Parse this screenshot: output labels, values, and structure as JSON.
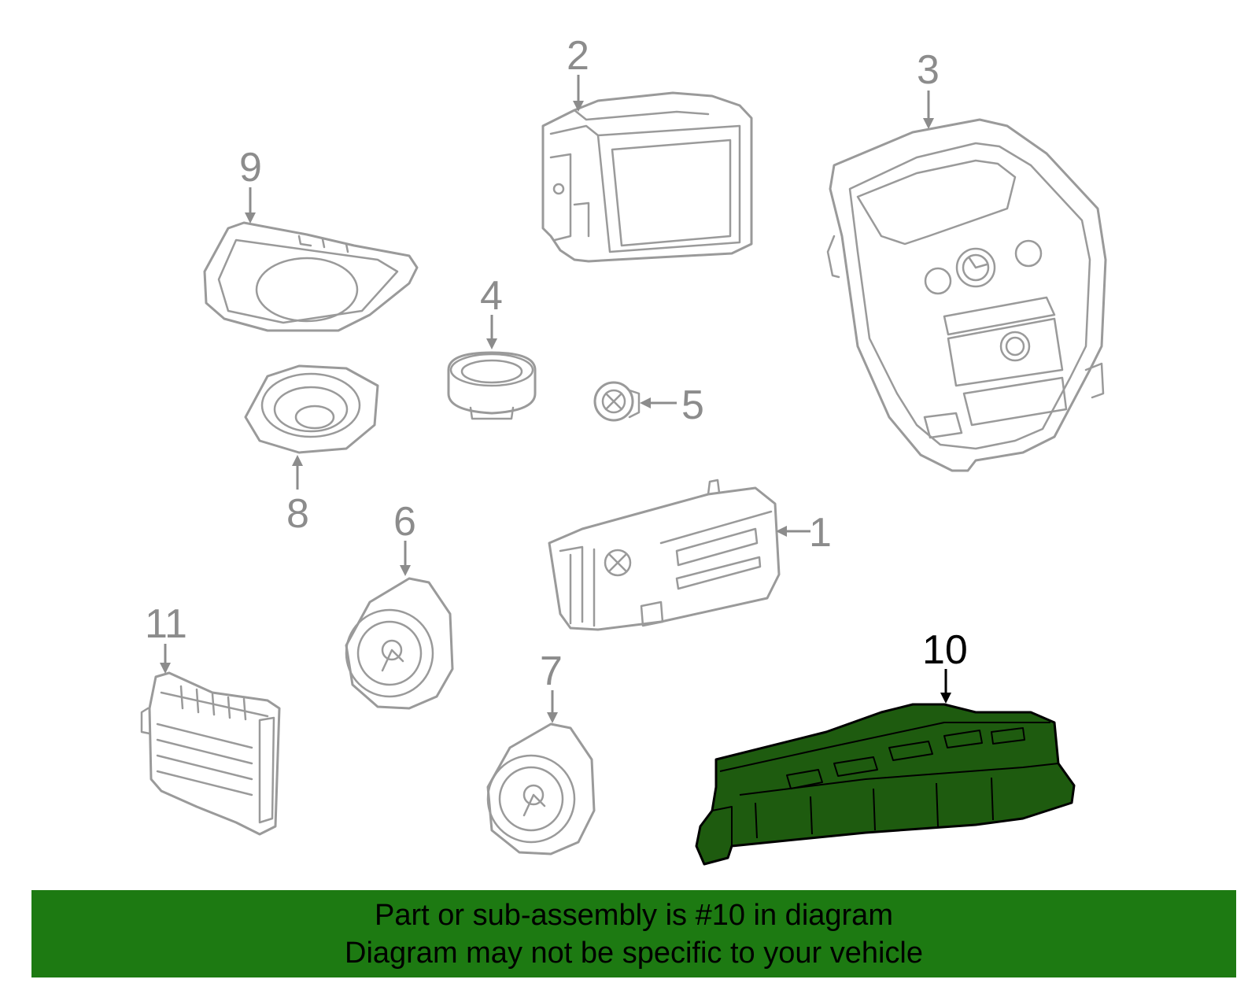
{
  "diagram": {
    "callouts": {
      "c1": "1",
      "c2": "2",
      "c3": "3",
      "c4": "4",
      "c5": "5",
      "c6": "6",
      "c7": "7",
      "c8": "8",
      "c9": "9",
      "c10": "10",
      "c11": "11"
    },
    "highlighted_part": "10",
    "colors": {
      "highlight_fill": "#1e5b0f",
      "line_gray": "#9a9a9a",
      "banner_bg": "#1d7a12"
    }
  },
  "banner": {
    "line1": "Part or sub-assembly is #10 in diagram",
    "line2": "Diagram may not be specific to your vehicle"
  }
}
